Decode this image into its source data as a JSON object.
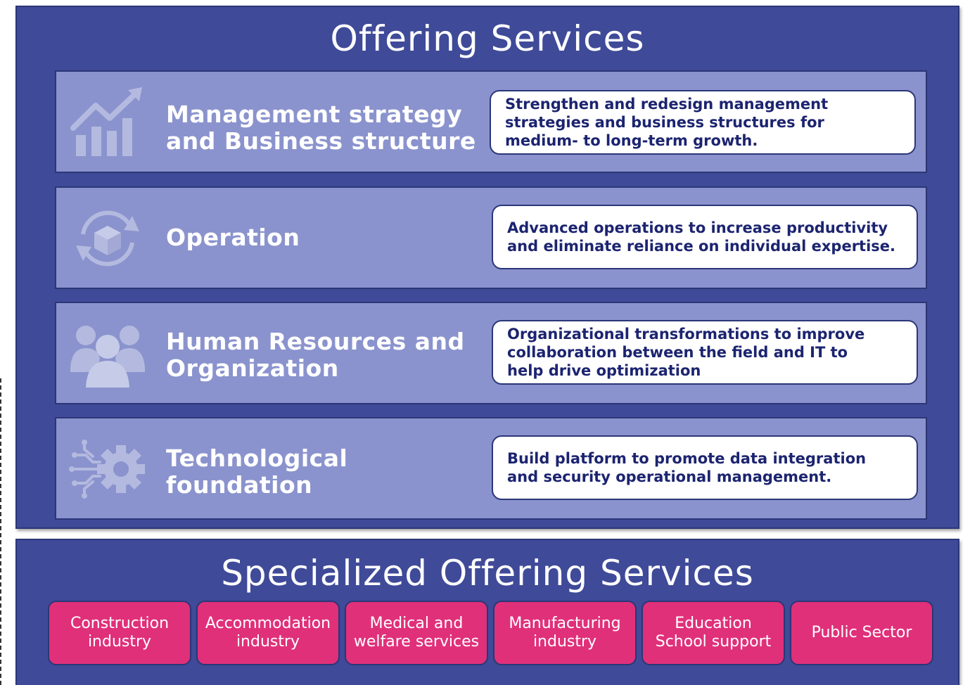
{
  "offering": {
    "title": "Offering Services",
    "rows": [
      {
        "icon": "growth-chart-icon",
        "label_lines": [
          "Management strategy",
          "and Business structure"
        ],
        "desc_lines": [
          "Strengthen and redesign management",
          "strategies and business structures for",
          "medium- to long-term growth."
        ]
      },
      {
        "icon": "cycle-cube-icon",
        "label_lines": [
          "Operation"
        ],
        "desc_lines": [
          "Advanced operations to increase productivity",
          "and eliminate reliance on individual expertise."
        ]
      },
      {
        "icon": "people-group-icon",
        "label_lines": [
          "Human Resources and",
          "Organization"
        ],
        "desc_lines": [
          "Organizational transformations to improve",
          "collaboration between the field and IT to",
          "help drive optimization"
        ]
      },
      {
        "icon": "circuit-gear-icon",
        "label_lines": [
          "Technological",
          "foundation"
        ],
        "desc_lines": [
          "Build platform to promote data integration",
          "and security operational management."
        ]
      }
    ]
  },
  "specialized": {
    "title": "Specialized Offering Services",
    "sectors": [
      {
        "lines": [
          "Construction",
          "industry"
        ]
      },
      {
        "lines": [
          "Accommodation",
          "industry"
        ]
      },
      {
        "lines": [
          "Medical and",
          "welfare services"
        ]
      },
      {
        "lines": [
          "Manufacturing",
          "industry"
        ]
      },
      {
        "lines": [
          "Education",
          "School support"
        ]
      },
      {
        "lines": [
          "Public Sector"
        ]
      }
    ]
  },
  "colors": {
    "panel": "#3f4a98",
    "row": "#8a93cd",
    "sector": "#e0307a",
    "desc_text": "#1c2470"
  }
}
